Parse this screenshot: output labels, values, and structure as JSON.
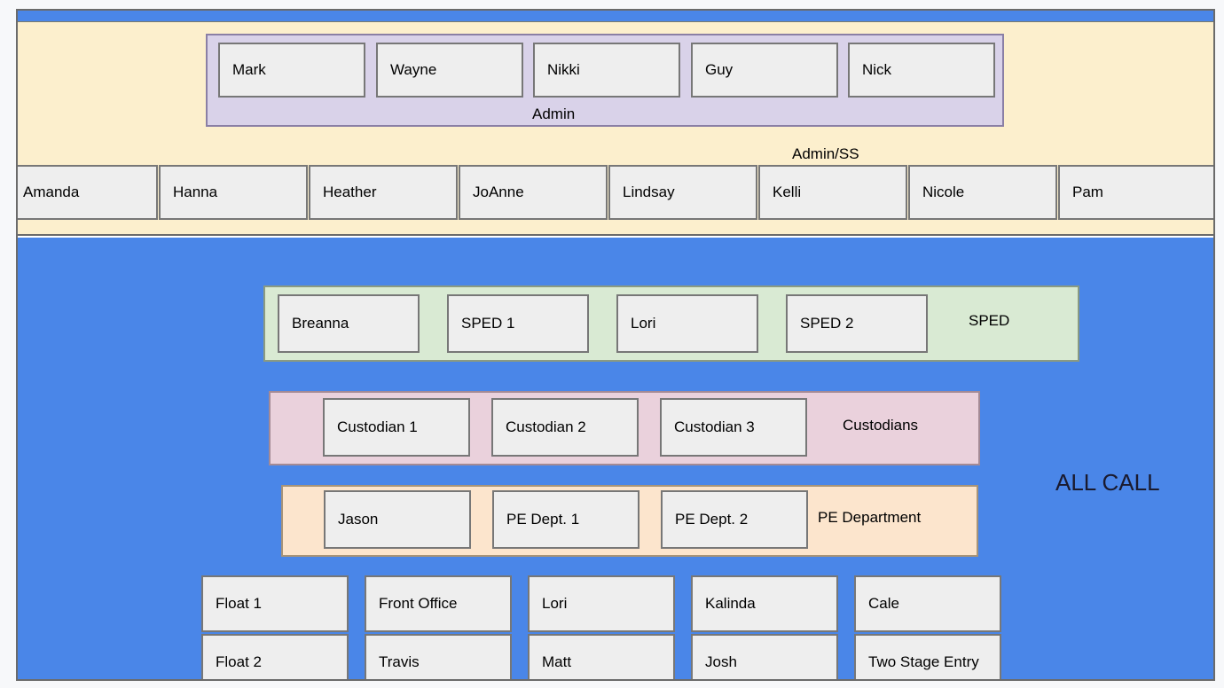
{
  "window": {
    "top_strip_color": "#4a86e8",
    "cream_panel_color": "#fcefcd",
    "blue_panel_color": "#4a86e8"
  },
  "admin_group": {
    "label": "Admin",
    "color": "#d9d2e9",
    "members": [
      {
        "label": "Mark"
      },
      {
        "label": "Wayne"
      },
      {
        "label": "Nikki"
      },
      {
        "label": "Guy"
      },
      {
        "label": "Nick"
      }
    ]
  },
  "admin_ss_group": {
    "label": "Admin/SS",
    "members": [
      {
        "label": "Amanda"
      },
      {
        "label": "Hanna"
      },
      {
        "label": "Heather"
      },
      {
        "label": "JoAnne"
      },
      {
        "label": "Lindsay"
      },
      {
        "label": "Kelli"
      },
      {
        "label": "Nicole"
      },
      {
        "label": "Pam"
      }
    ]
  },
  "sped_group": {
    "label": "SPED",
    "color": "#d9ead3",
    "members": [
      {
        "label": "Breanna"
      },
      {
        "label": "SPED 1"
      },
      {
        "label": "Lori"
      },
      {
        "label": "SPED 2"
      }
    ]
  },
  "custodians_group": {
    "label": "Custodians",
    "color": "#ead1dc",
    "members": [
      {
        "label": "Custodian 1"
      },
      {
        "label": "Custodian 2"
      },
      {
        "label": "Custodian 3"
      }
    ]
  },
  "pe_group": {
    "label": "PE Department",
    "color": "#fce5cd",
    "members": [
      {
        "label": "Jason"
      },
      {
        "label": "PE Dept. 1"
      },
      {
        "label": "PE Dept. 2"
      }
    ]
  },
  "all_call": {
    "label": "ALL CALL",
    "row_1": [
      {
        "label": "Float 1"
      },
      {
        "label": "Front Office"
      },
      {
        "label": "Lori"
      },
      {
        "label": "Kalinda"
      },
      {
        "label": "Cale"
      }
    ],
    "row_2": [
      {
        "label": "Float 2"
      },
      {
        "label": "Travis"
      },
      {
        "label": "Matt"
      },
      {
        "label": "Josh"
      },
      {
        "label": "Two Stage Entry"
      }
    ]
  }
}
